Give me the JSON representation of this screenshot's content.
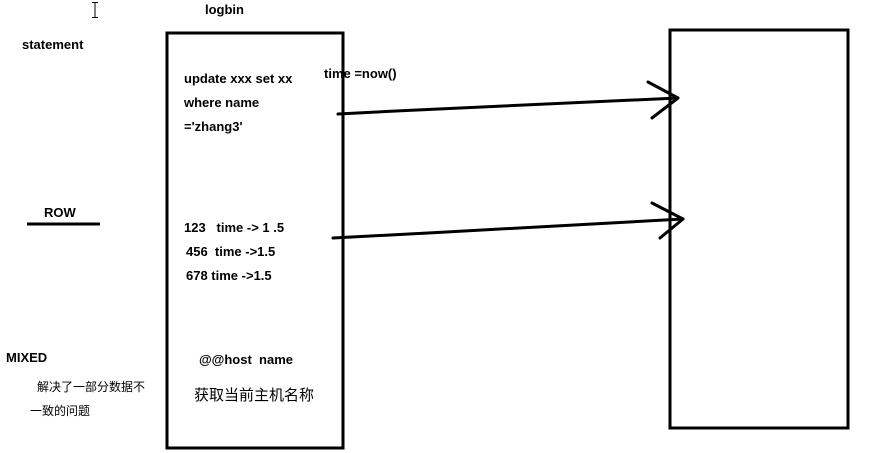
{
  "logbin_title": "logbin",
  "labels": {
    "statement": "statement",
    "row": "ROW",
    "mixed": "MIXED",
    "mixed_note_line1": "解决了一部分数据不",
    "mixed_note_line2": "一致的问题"
  },
  "statement_block": {
    "line1": "update xxx set xx",
    "line1_suffix": "time =now()",
    "line2": "where name",
    "line3": "='zhang3'"
  },
  "row_block": {
    "line1": "123   time -> 1 .5",
    "line2": "456  time ->1.5",
    "line3": "678 time ->1.5"
  },
  "mixed_block": {
    "line1": "@@host  name",
    "line2": "获取当前主机名称"
  },
  "colors": {
    "ink": "#000000",
    "background": "#ffffff"
  }
}
